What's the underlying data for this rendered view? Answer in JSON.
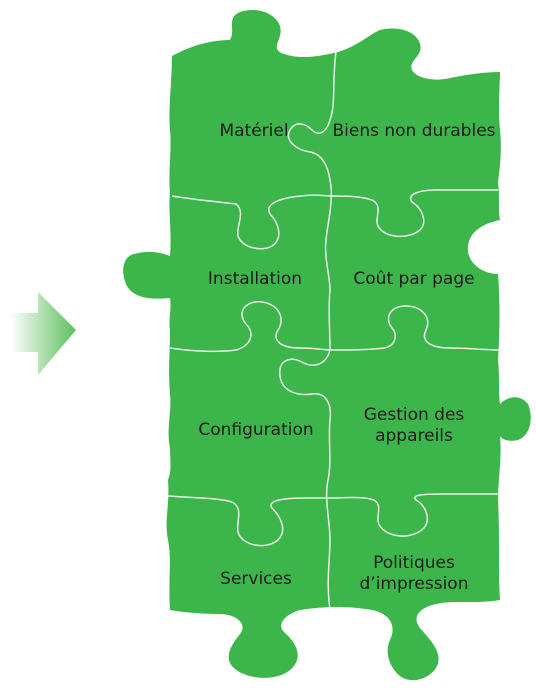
{
  "colors": {
    "puzzle_fill": "#3cb54a",
    "seam": "#e8f5e9",
    "text": "#1a1a1a",
    "arrow_start": "#ffffff",
    "arrow_end": "#5cc05c"
  },
  "arrow": {
    "icon": "right-arrow-icon"
  },
  "pieces": [
    {
      "lines": [
        "Matériel"
      ]
    },
    {
      "lines": [
        "Biens non durables"
      ]
    },
    {
      "lines": [
        "Installation"
      ]
    },
    {
      "lines": [
        "Coût par page"
      ]
    },
    {
      "lines": [
        "Configuration"
      ]
    },
    {
      "lines": [
        "Gestion des",
        "appareils"
      ]
    },
    {
      "lines": [
        "Services"
      ]
    },
    {
      "lines": [
        "Politiques",
        "d’impression"
      ]
    }
  ]
}
